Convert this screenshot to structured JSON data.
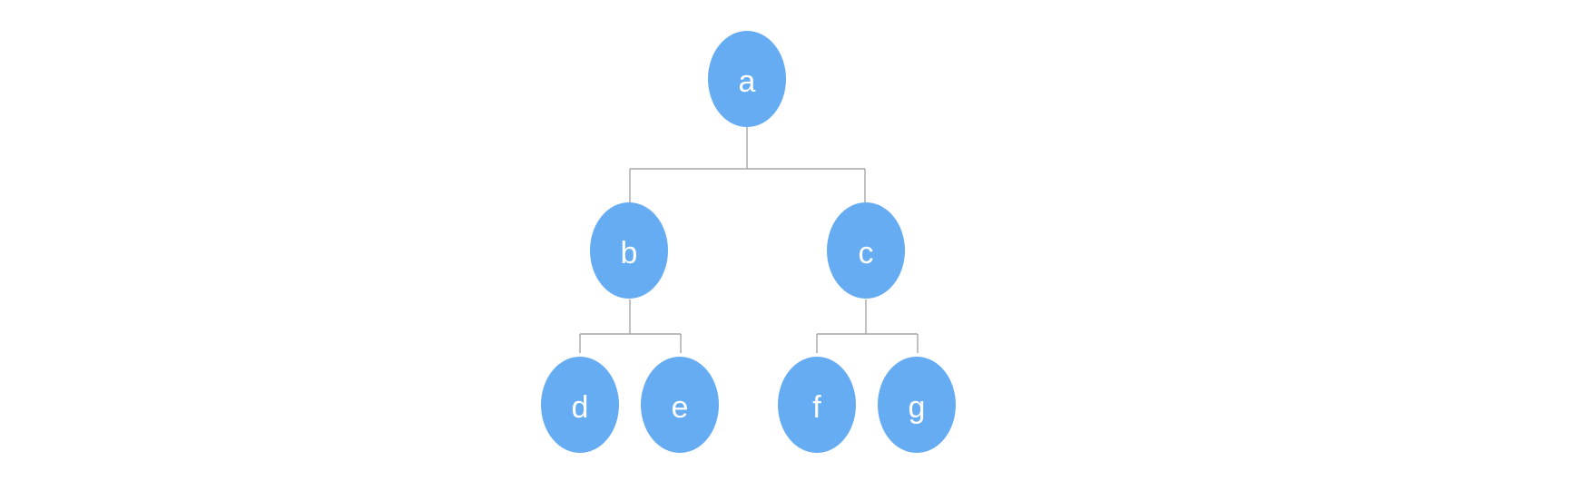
{
  "diagram": {
    "type": "tree",
    "node_color": "#66acf2",
    "label_color": "#ffffff",
    "connector_color": "#a6a6a6",
    "nodes": [
      {
        "id": "a",
        "label": "a",
        "parent": null
      },
      {
        "id": "b",
        "label": "b",
        "parent": "a"
      },
      {
        "id": "c",
        "label": "c",
        "parent": "a"
      },
      {
        "id": "d",
        "label": "d",
        "parent": "b"
      },
      {
        "id": "e",
        "label": "e",
        "parent": "b"
      },
      {
        "id": "f",
        "label": "f",
        "parent": "c"
      },
      {
        "id": "g",
        "label": "g",
        "parent": "c"
      }
    ]
  }
}
